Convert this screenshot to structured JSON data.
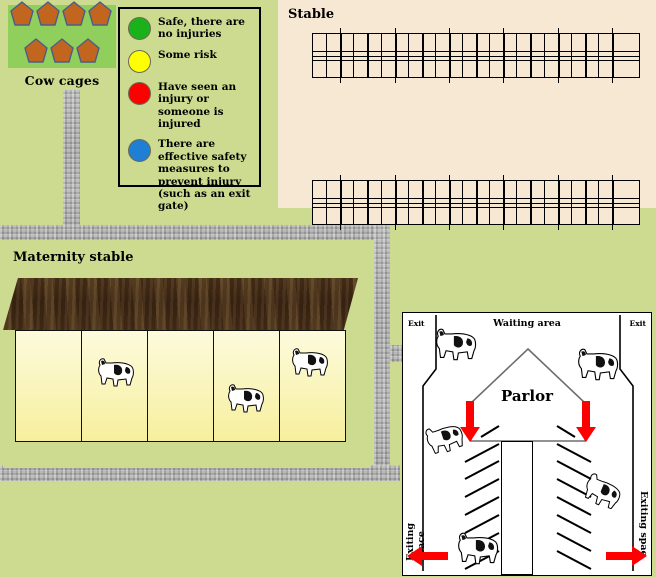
{
  "colors": {
    "page_background": "#cddb90",
    "cage_field": "#90cf5c",
    "cage_body": "#c2661f",
    "panel_cream": "#f7e8d4",
    "path_gray": "#a8a8a8",
    "roof_brown": "#3f2814",
    "stall_yellow": "#f7f09f",
    "arrow_red": "#ff0000",
    "legend_green": "#1ab21a",
    "legend_yellow": "#ffff00",
    "legend_red": "#ff0000",
    "legend_blue": "#1f7fd4"
  },
  "cow_cages": {
    "caption": "Cow cages",
    "cage_count": 7,
    "row_top_count": 4,
    "row_bottom_count": 3
  },
  "legend": {
    "items": [
      {
        "color": "#1ab21a",
        "swatch_name": "green-dot",
        "text": "Safe, there are no injuries"
      },
      {
        "color": "#ffff00",
        "swatch_name": "yellow-dot",
        "text": "Some risk"
      },
      {
        "color": "#ff0000",
        "swatch_name": "red-dot",
        "text": "Have seen an injury or someone is injured"
      },
      {
        "color": "#1f7fd4",
        "swatch_name": "blue-dot",
        "text": "There are effective safety measures to prevent injury (such as an exit gate)"
      }
    ]
  },
  "stable": {
    "title": "Stable",
    "rows": [
      {
        "name": "upper-stall-row",
        "bays": 12
      },
      {
        "name": "lower-stall-row",
        "bays": 12
      }
    ]
  },
  "maternity": {
    "title": "Maternity stable",
    "stall_count": 5,
    "stalls": [
      {
        "index": 1,
        "has_cow": false
      },
      {
        "index": 2,
        "has_cow": true
      },
      {
        "index": 3,
        "has_cow": false
      },
      {
        "index": 4,
        "has_cow": true
      },
      {
        "index": 5,
        "has_cow": true
      }
    ]
  },
  "parlor": {
    "exit_left_label": "Exit",
    "exit_right_label": "Exit",
    "waiting_area_label": "Waiting area",
    "parlor_label": "Parlor",
    "exiting_space_left_label": "Exiting space",
    "exiting_space_right_label": "Exiting spae",
    "stall_lines_per_side": 8,
    "cow_count": 5,
    "arrows": [
      {
        "name": "arrow-down-left",
        "direction": "down"
      },
      {
        "name": "arrow-down-right",
        "direction": "down"
      },
      {
        "name": "arrow-left-exit",
        "direction": "left"
      },
      {
        "name": "arrow-right-exit",
        "direction": "right"
      }
    ]
  }
}
